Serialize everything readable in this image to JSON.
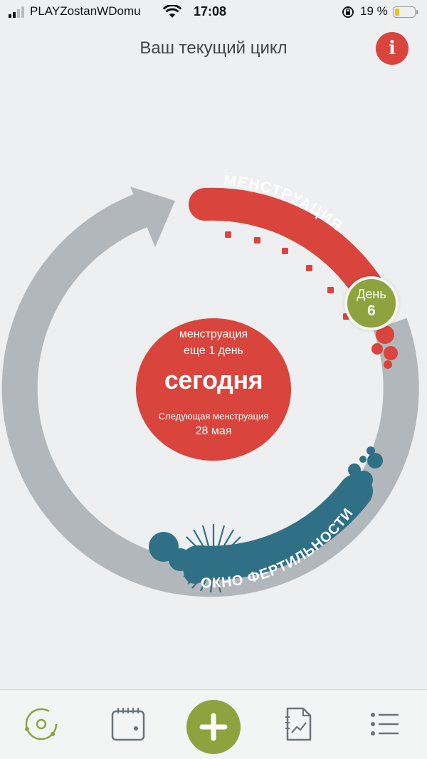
{
  "status_bar": {
    "carrier": "PLAYZostanWDomu",
    "time": "17:08",
    "battery": "19 %",
    "icons": [
      "signal-icon",
      "wifi-icon",
      "rotation-lock-icon",
      "battery-icon"
    ]
  },
  "header": {
    "title": "Ваш текущий цикл",
    "info_label": "i"
  },
  "cycle": {
    "menstruation_label": "МЕНСТРУАЦИЯ",
    "fertility_label": "ОКНО ФЕРТИЛЬНОСТИ",
    "day_label": "День",
    "day_number": "6",
    "center": {
      "line1": "менструация",
      "line2": "еще 1 день",
      "today": "сегодня",
      "next_label": "Следующая менструация",
      "next_date": "28 мая"
    }
  },
  "tabbar": {
    "items": [
      {
        "name": "cycle-tab",
        "icon": "cycle-icon"
      },
      {
        "name": "calendar-tab",
        "icon": "calendar-icon"
      },
      {
        "name": "add-button",
        "icon": "plus-icon"
      },
      {
        "name": "notes-tab",
        "icon": "notes-chart-icon"
      },
      {
        "name": "menu-tab",
        "icon": "list-icon"
      }
    ]
  },
  "colors": {
    "background": "#edeff0",
    "menstruation": "#d9443d",
    "fertility": "#2f7086",
    "day_badge": "#8ea33e",
    "ring": "#b2b7bb"
  }
}
